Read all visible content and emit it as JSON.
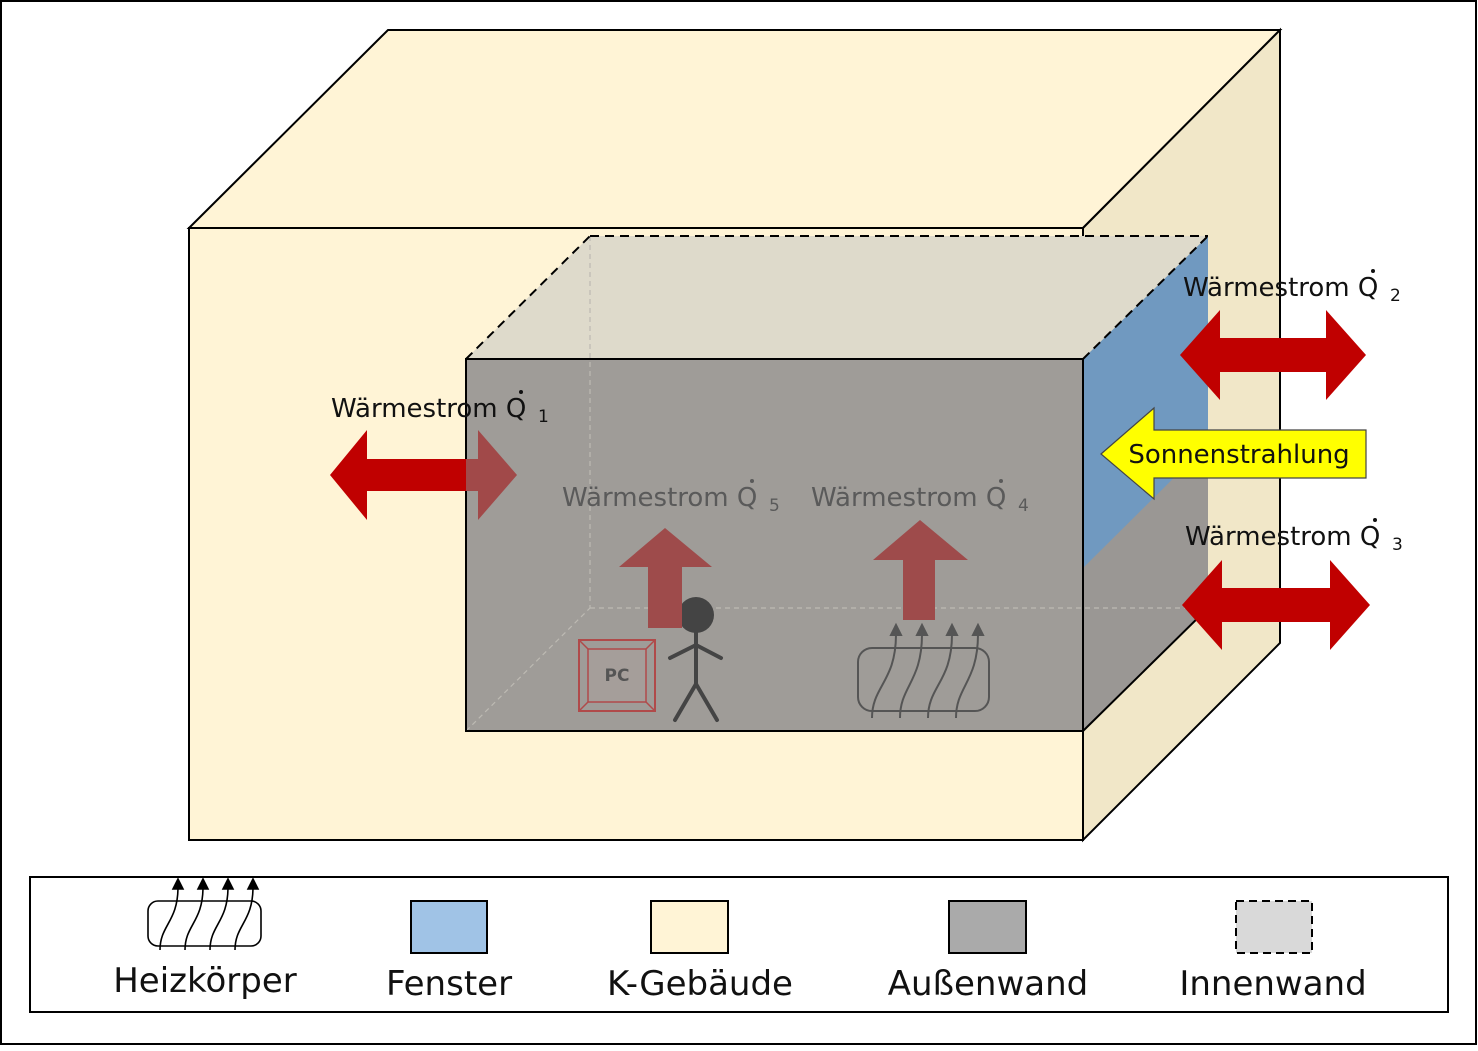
{
  "flows": [
    {
      "id": "q1",
      "label": "Wärmestrom Q",
      "subscript": "1"
    },
    {
      "id": "q2",
      "label": "Wärmestrom Q",
      "subscript": "2"
    },
    {
      "id": "q3",
      "label": "Wärmestrom Q",
      "subscript": "3"
    },
    {
      "id": "q4",
      "label": "Wärmestrom Q",
      "subscript": "4"
    },
    {
      "id": "q5",
      "label": "Wärmestrom Q",
      "subscript": "5"
    }
  ],
  "sun": {
    "label": "Sonnenstrahlung"
  },
  "pc": {
    "label": "PC"
  },
  "legend": [
    {
      "id": "heater",
      "label": "Heizkörper",
      "icon": "radiator-icon"
    },
    {
      "id": "window",
      "label": "Fenster",
      "swatch_color": "#a0c3e6"
    },
    {
      "id": "building",
      "label": "K-Gebäude",
      "swatch_color": "#fff4d6"
    },
    {
      "id": "outer-wall",
      "label": "Außenwand",
      "swatch_color": "#aaaaaa"
    },
    {
      "id": "inner-wall",
      "label": "Innenwand",
      "swatch_color": "#d9d9d9"
    }
  ],
  "colors": {
    "building_front": "#fff4d6",
    "building_side": "#f1e7c8",
    "room": "#9f9c98",
    "room_top": "#dedacb",
    "window": "#7099c0",
    "heat_arrow": "#c00000",
    "heat_arrow_inside": "#9e4b4b",
    "sun_arrow": "#ffff00"
  }
}
